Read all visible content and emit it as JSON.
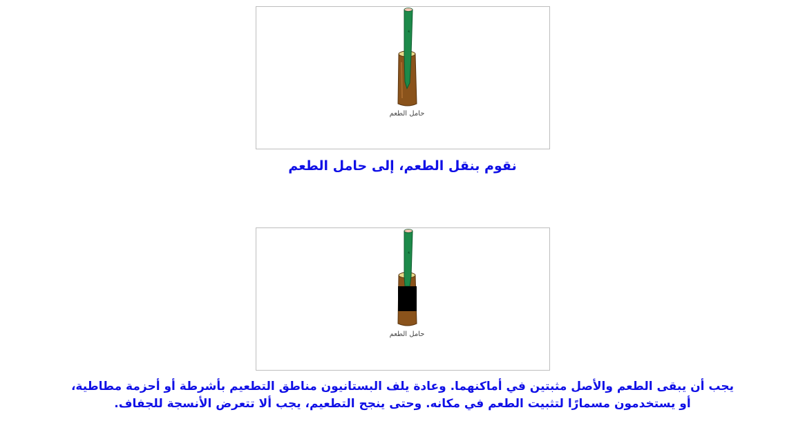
{
  "figures": [
    {
      "label": "حامل الطعم",
      "has_wrap": false
    },
    {
      "label": "حامل الطعم",
      "has_wrap": true
    }
  ],
  "captions": {
    "first": "نقوم بنقل الطعم، إلى حامل الطعم",
    "second_line1": "يجب أن يبقى الطعم والأصل مثبتين في أماكنهما. وعادة يلف البستانيون مناطق التطعيم بأشرطة أو أحزمة مطاطية،",
    "second_line2": "أو يستخدمون مسمارًا لتثبيت الطعم في مكانه. وحتى ينجح التطعيم، يجب ألا تتعرض الأنسجة للجفاف."
  },
  "colors": {
    "caption": "#1010e6",
    "scion": "#1d8a4a",
    "stock": "#8a531b",
    "tape": "#000000"
  }
}
